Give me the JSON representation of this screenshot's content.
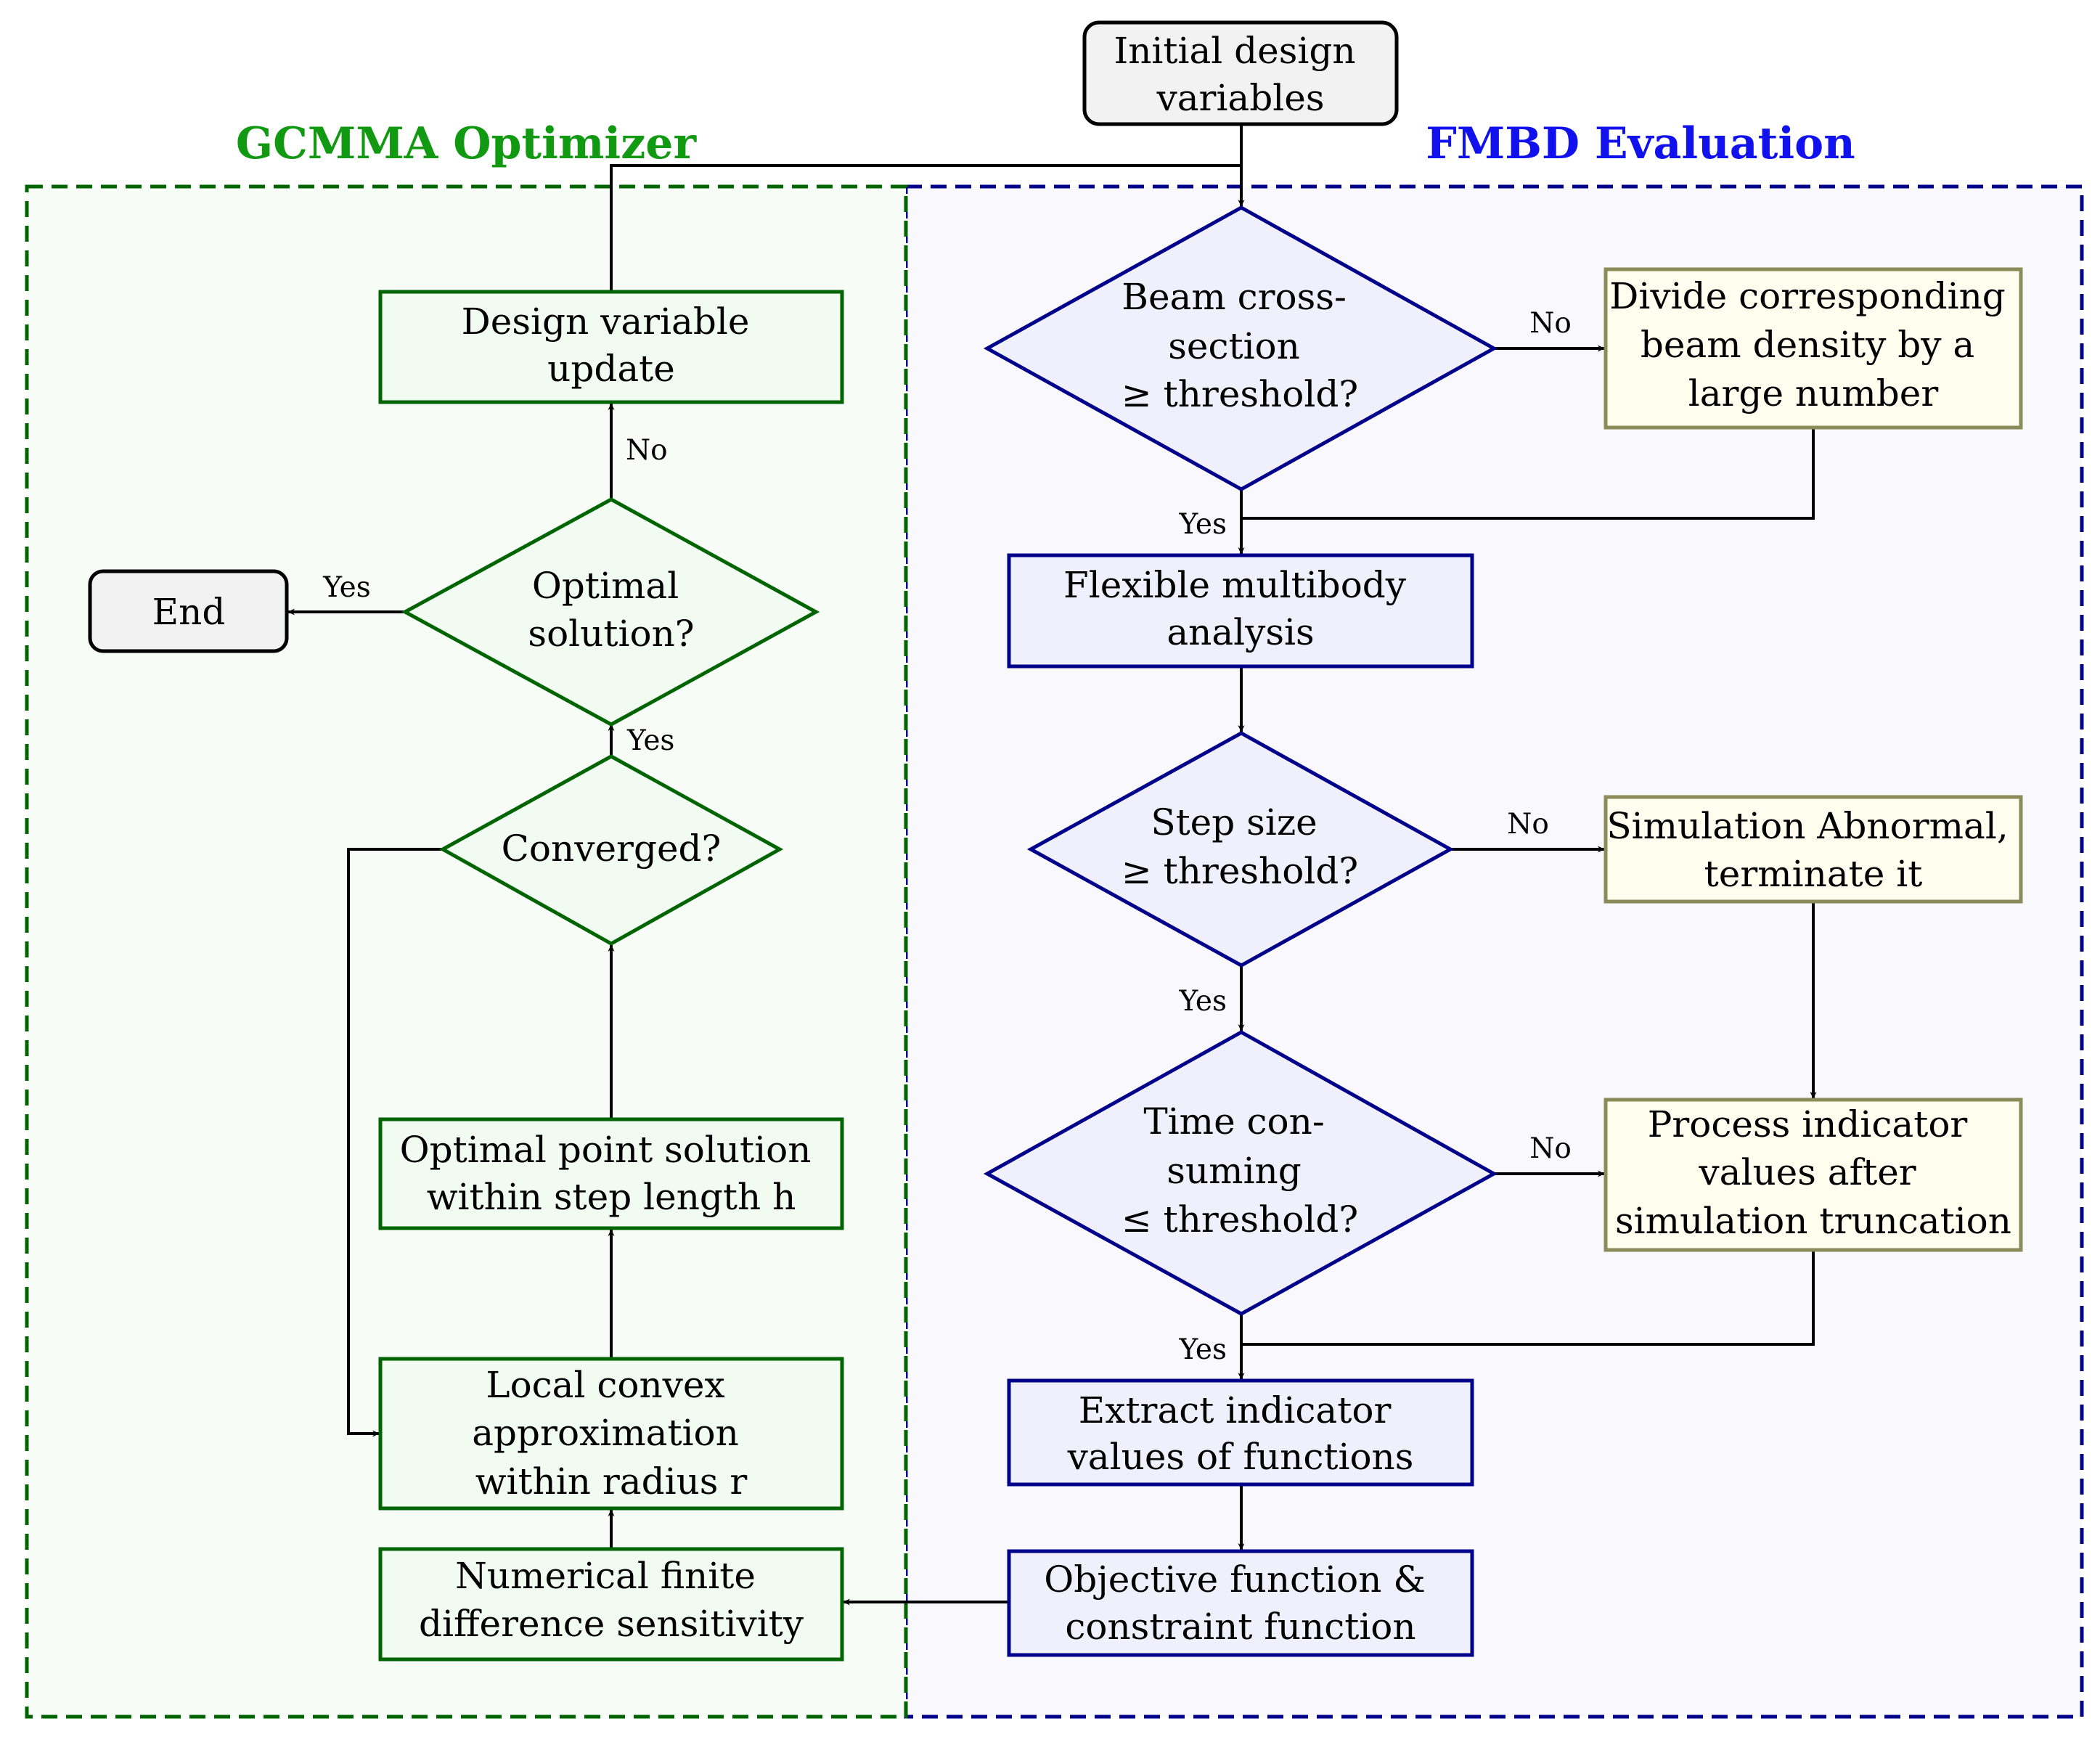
{
  "colors": {
    "green": "#006400",
    "green_title": "#119911",
    "green_fill": "#f2fbf2",
    "green_region": "#f7fcf7",
    "blue": "#00008b",
    "blue_title": "#1111ee",
    "blue_fill": "#eff0fb",
    "blue_region": "#f8f8fd",
    "yellow_stroke": "#8c8c5a",
    "yellow_fill": "#fefdee",
    "terminal_fill": "#f2f2f2"
  },
  "sections": {
    "optimizer": "GCMMA Optimizer",
    "evaluation": "FMBD Evaluation"
  },
  "nodes": {
    "start": [
      "Initial design",
      "variables"
    ],
    "beam_check": [
      "Beam cross-",
      "section",
      "≥ threshold?"
    ],
    "divide_density": [
      "Divide corresponding",
      "beam density by a",
      "large number"
    ],
    "multibody": [
      "Flexible multibody",
      "analysis"
    ],
    "step_check": [
      "Step size",
      "≥ threshold?"
    ],
    "abnormal": [
      "Simulation Abnormal,",
      "terminate it"
    ],
    "time_check": [
      "Time con-",
      "suming",
      "≤ threshold?"
    ],
    "process_indicator": [
      "Process indicator",
      "values after",
      "simulation truncation"
    ],
    "extract": [
      "Extract indicator",
      "values of functions"
    ],
    "objective": [
      "Objective function &",
      "constraint function"
    ],
    "sensitivity": [
      "Numerical finite",
      "difference sensitivity"
    ],
    "convex": [
      "Local convex",
      "approximation",
      "within radius r"
    ],
    "optimal_point": [
      "Optimal point solution",
      "within step length h"
    ],
    "converged": [
      "Converged?"
    ],
    "optimal_solution": [
      "Optimal",
      "solution?"
    ],
    "design_update": [
      "Design variable",
      "update"
    ],
    "end": [
      "End"
    ]
  },
  "edge_labels": {
    "beam_no": "No",
    "beam_yes": "Yes",
    "step_no": "No",
    "step_yes": "Yes",
    "time_no": "No",
    "time_yes": "Yes",
    "converged_yes": "Yes",
    "optimal_yes": "Yes",
    "optimal_no": "No"
  }
}
